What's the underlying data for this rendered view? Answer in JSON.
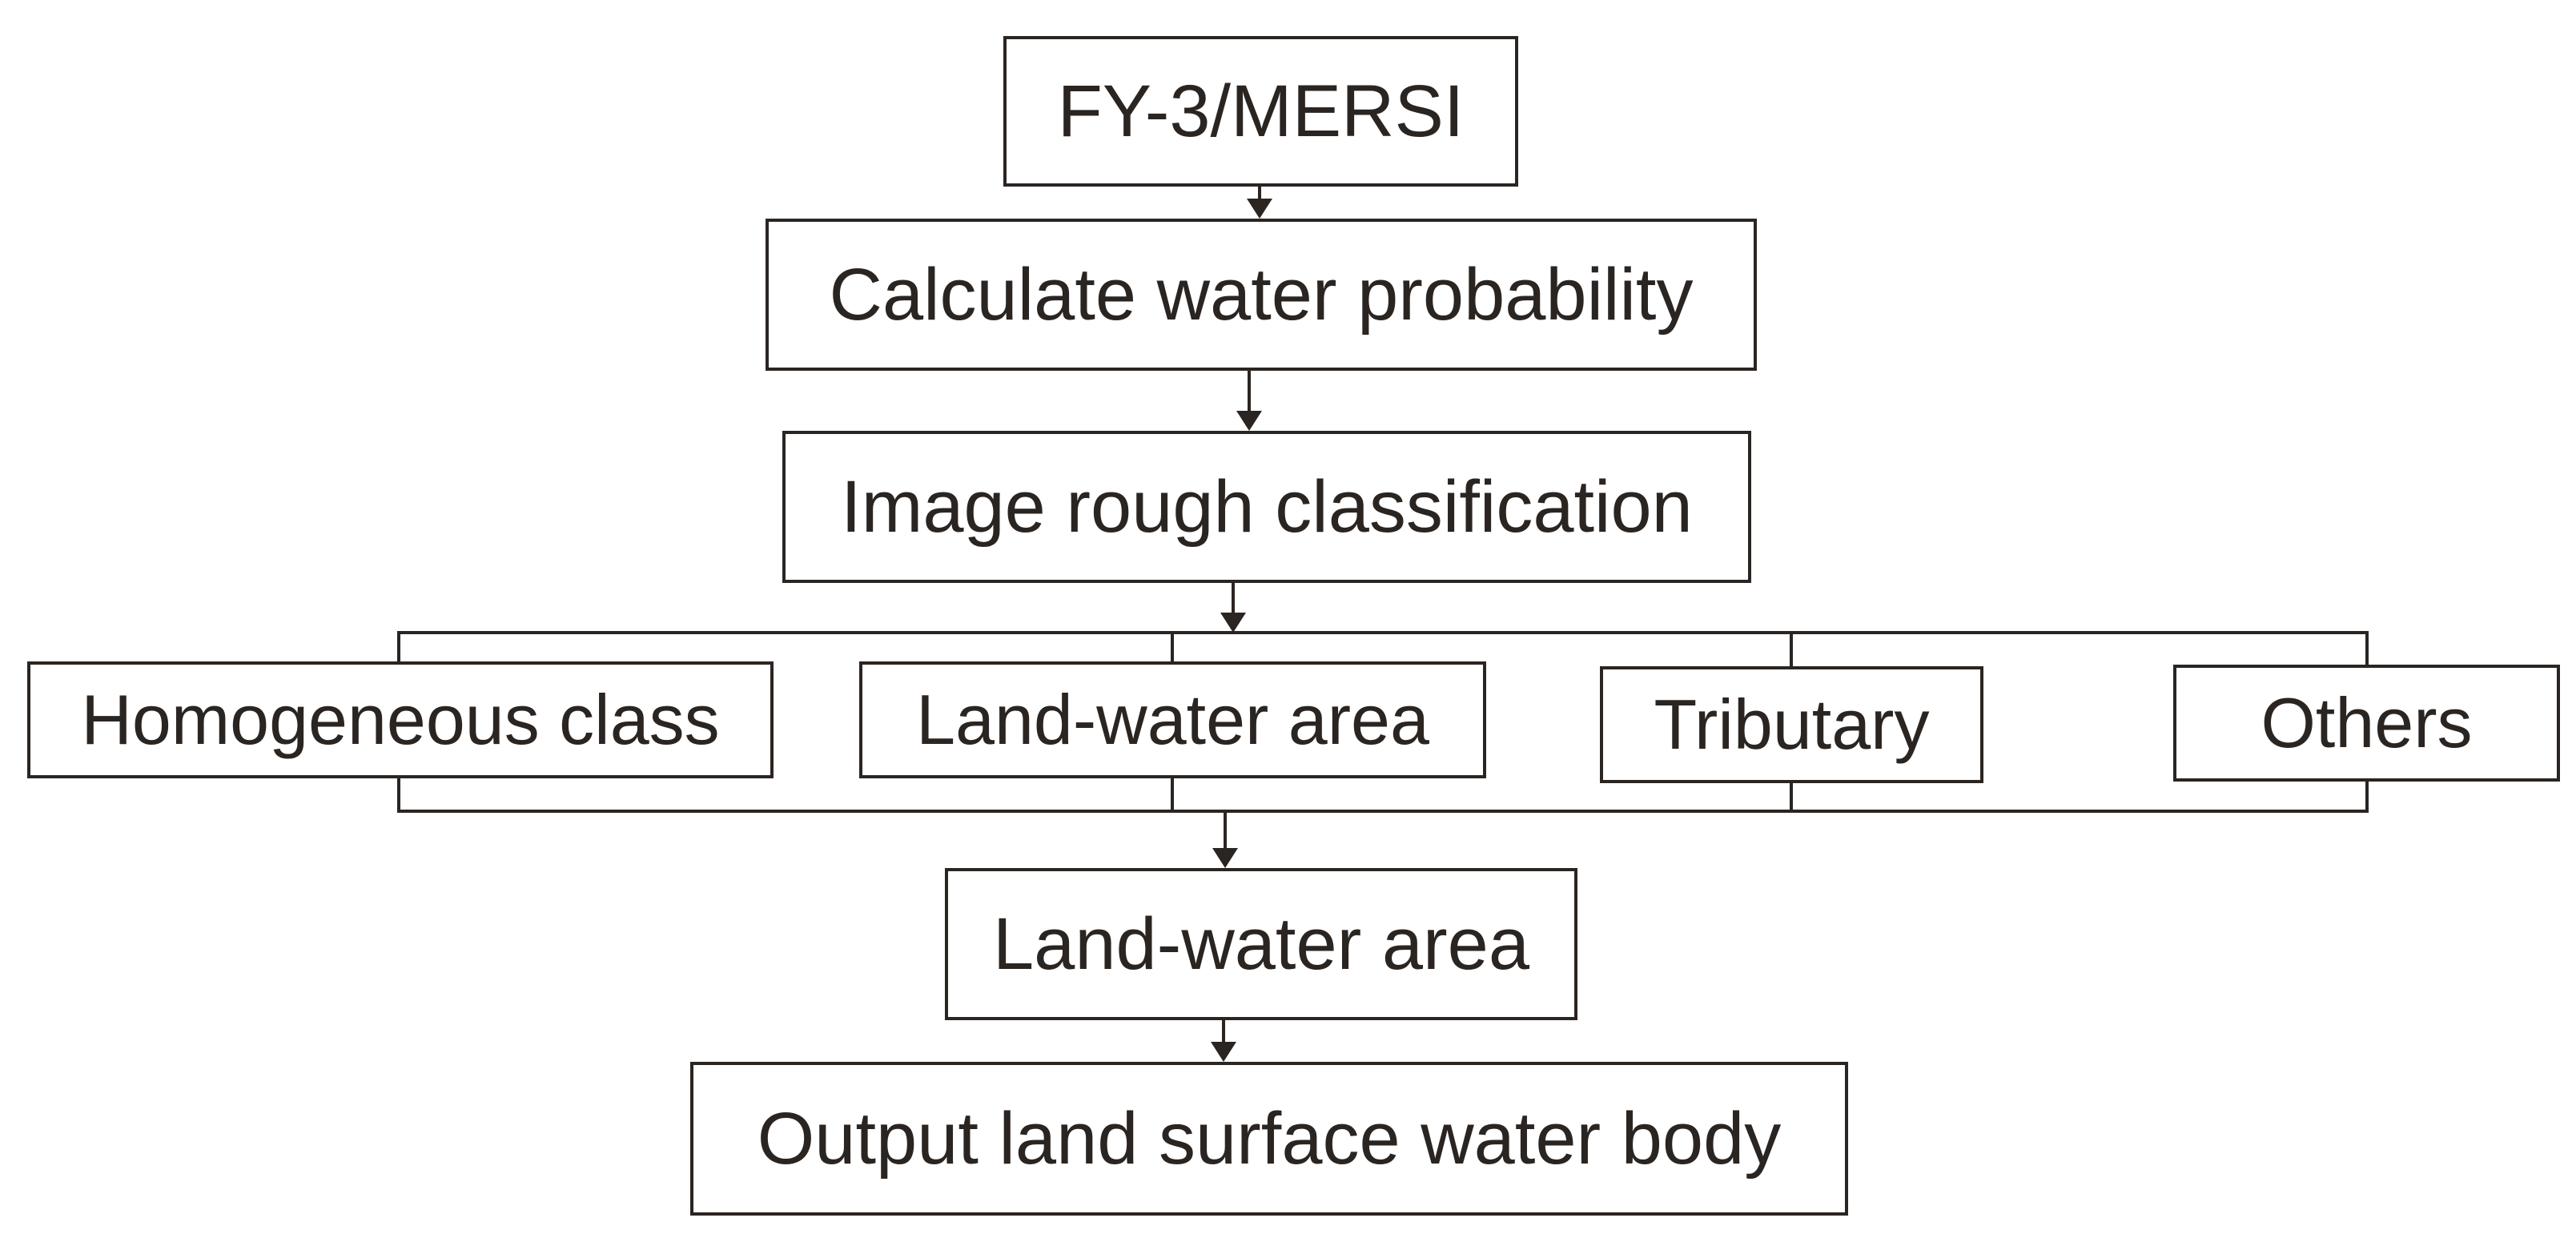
{
  "diagram": {
    "nodes": {
      "fy3": "FY-3/MERSI",
      "calc": "Calculate water probability",
      "rough": "Image rough classification",
      "homogeneous": "Homogeneous class",
      "land_water_1": "Land-water area",
      "tributary": "Tributary",
      "others": "Others",
      "land_water_2": "Land-water area",
      "output": "Output land surface water body"
    },
    "edges": [
      {
        "from": "fy3",
        "to": "calc"
      },
      {
        "from": "calc",
        "to": "rough"
      },
      {
        "from": "rough",
        "to": "homogeneous"
      },
      {
        "from": "rough",
        "to": "land_water_1"
      },
      {
        "from": "rough",
        "to": "tributary"
      },
      {
        "from": "rough",
        "to": "others"
      },
      {
        "from": "homogeneous",
        "to": "land_water_2"
      },
      {
        "from": "land_water_1",
        "to": "land_water_2"
      },
      {
        "from": "tributary",
        "to": "land_water_2"
      },
      {
        "from": "others",
        "to": "land_water_2"
      },
      {
        "from": "land_water_2",
        "to": "output"
      }
    ],
    "colors": {
      "stroke": "#2b2522",
      "text": "#2b2522",
      "background": "#ffffff"
    }
  }
}
